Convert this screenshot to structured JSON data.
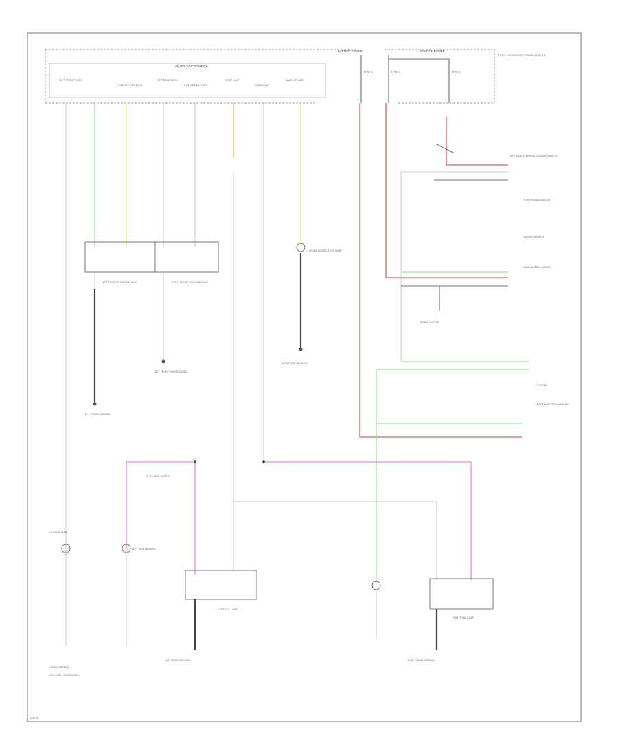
{
  "diagram": {
    "modules": {
      "smart_junction_box": "SMART JUNCTION BOX",
      "fuse_top_left": "BATTERY POWER",
      "fuse_top_right": "IGNITION POWER",
      "totally_integrated": "TOTALLY INTEGRATED POWER MODULE",
      "multifunction_switch": "LEFT SIDE STEERING COLUMN SWITCH",
      "turn_signal_switch": "TURN SIGNAL SWITCH",
      "hazard_switch": "HAZARD SWITCH",
      "instrument_cluster": "CLUSTER",
      "combination_switch": "COMBINATION SWITCH"
    },
    "smart_junction_box_outputs": [
      "LEFT FRONT TURN",
      "RIGHT FRONT TURN",
      "LEFT REAR TURN",
      "RIGHT REAR TURN",
      "STOP LAMP",
      "PARK LAMP",
      "BACK-UP LAMP"
    ],
    "fuses": [
      "FUSE 1",
      "FUSE 2",
      "FUSE 3"
    ],
    "components": {
      "left_front_position": "LEFT FRONT POSITION LAMP",
      "right_front_position": "RIGHT FRONT POSITION LAMP",
      "high_mount_stop": "HIGH MOUNTED STOP LAMP",
      "left_tail": "LEFT TAIL LAMP",
      "right_tail": "RIGHT TAIL LAMP",
      "license_lamp": "LICENSE LAMP",
      "left_side_marker": "LEFT SIDE MARKER",
      "stop_lamp_switch": "STOP LAMP SWITCH",
      "left_front_side": "LEFT FRONT SIDE MARKER",
      "brake_switch": "BRAKE SWITCH"
    },
    "grounds": {
      "g1": "LEFT FRONT GROUND",
      "g2": "LEFT FRONT ROW GROUND",
      "g3": "RIGHT SIDE GROUND",
      "g4": "LEFT REAR GROUND",
      "g5": "RIGHT REAR GROUND"
    },
    "footnotes": {
      "note1": "1 CONVERTIBLE",
      "note2": "2 EXCEPT CONVERTIBLE"
    },
    "page_ref": "W/D 2B"
  },
  "colors": {
    "green": "#9ee59e",
    "yellow": "#f0f080",
    "red": "#e85a5a",
    "pink": "#ee88ee",
    "orange": "#f0b070",
    "gray": "#bbbbbb"
  }
}
